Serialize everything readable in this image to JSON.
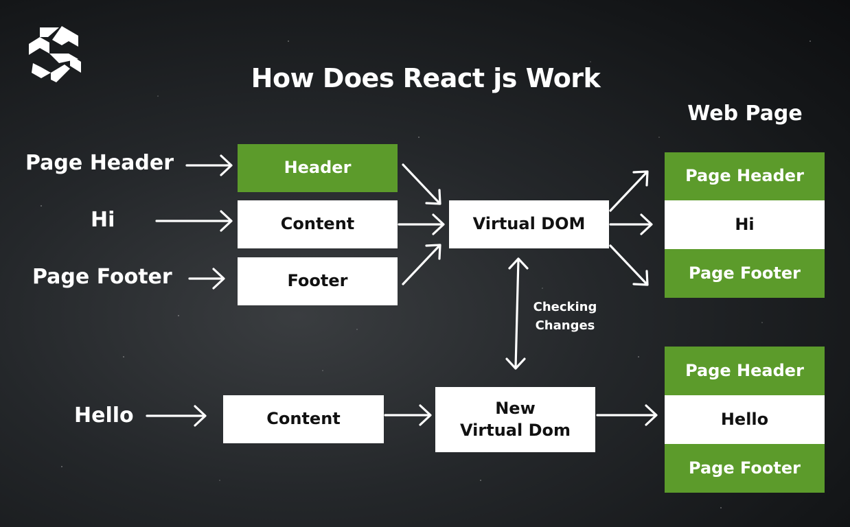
{
  "title": "How Does React js Work",
  "webpage_label": "Web Page",
  "inputs": {
    "page_header": "Page Header",
    "hi": "Hi",
    "page_footer": "Page Footer",
    "hello": "Hello"
  },
  "components": {
    "header": "Header",
    "content": "Content",
    "footer": "Footer",
    "new_content": "Content"
  },
  "virtual_dom": "Virtual DOM",
  "new_virtual_dom": {
    "line1": "New",
    "line2": "Virtual Dom"
  },
  "checking": {
    "line1": "Checking",
    "line2": "Changes"
  },
  "webpage1": {
    "header": "Page Header",
    "content": "Hi",
    "footer": "Page Footer"
  },
  "webpage2": {
    "header": "Page Header",
    "content": "Hello",
    "footer": "Page Footer"
  },
  "colors": {
    "green": "#5c9b2b",
    "white": "#ffffff",
    "background": "#1c1f22"
  },
  "icons": [
    "logo-icon",
    "arrow-icon"
  ]
}
